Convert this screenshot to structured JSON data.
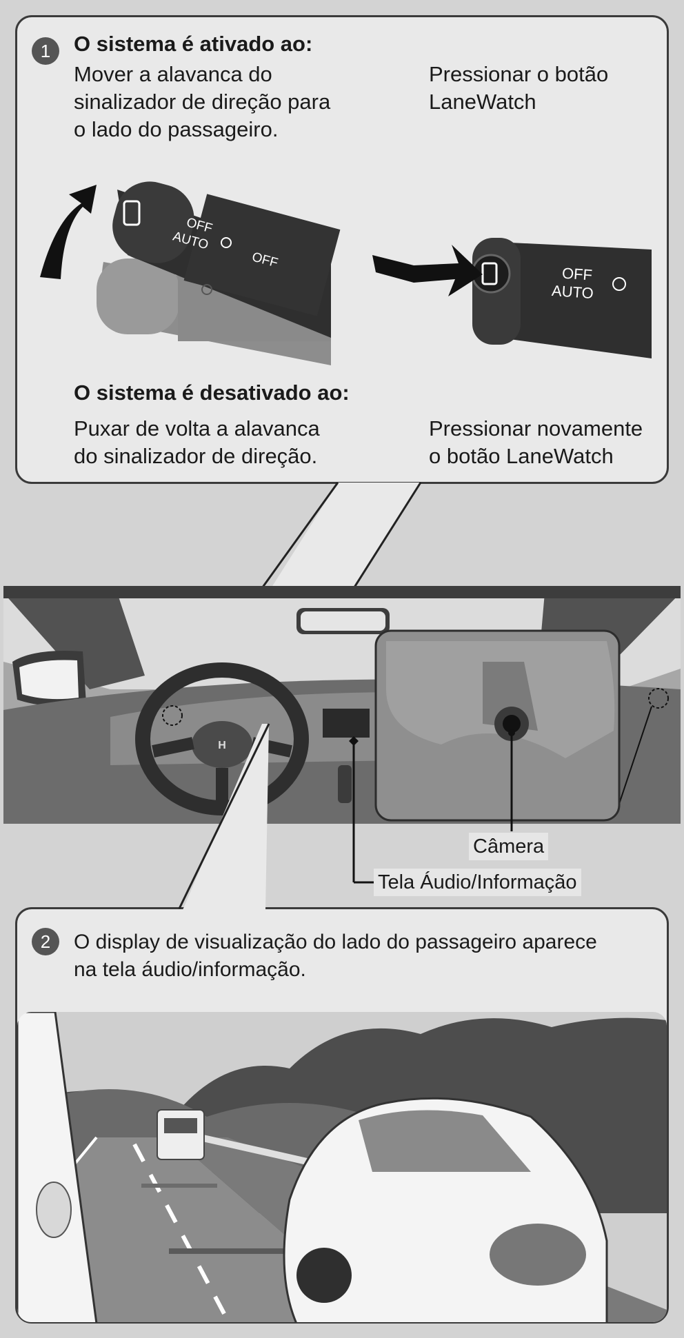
{
  "step1": {
    "number": "1",
    "activate_heading": "O sistema é ativado ao:",
    "activate_left": [
      "Mover a alavanca do",
      "sinalizador de direção para",
      "o lado do passageiro."
    ],
    "activate_right": [
      "Pressionar o botão",
      "LaneWatch"
    ],
    "deactivate_heading": "O sistema é desativado ao:",
    "deactivate_left": [
      "Puxar de volta a alavanca",
      "do sinalizador de direção."
    ],
    "deactivate_right": [
      "Pressionar novamente",
      "o botão LaneWatch"
    ]
  },
  "lever": {
    "off": "OFF",
    "auto": "AUTO",
    "inner_off": "OFF"
  },
  "callouts": {
    "camera": "Câmera",
    "screen": "Tela Áudio/Informação"
  },
  "step2": {
    "number": "2",
    "text": [
      "O display de visualização do lado do passageiro aparece",
      "na tela áudio/informação."
    ]
  },
  "icons": [
    "lane-watch-icon",
    "headlight-icon",
    "honda-logo"
  ],
  "colors": {
    "background": "#d3d3d3",
    "panel": "#e9e9e9",
    "badge": "#555555",
    "border": "#3a3a3a"
  }
}
